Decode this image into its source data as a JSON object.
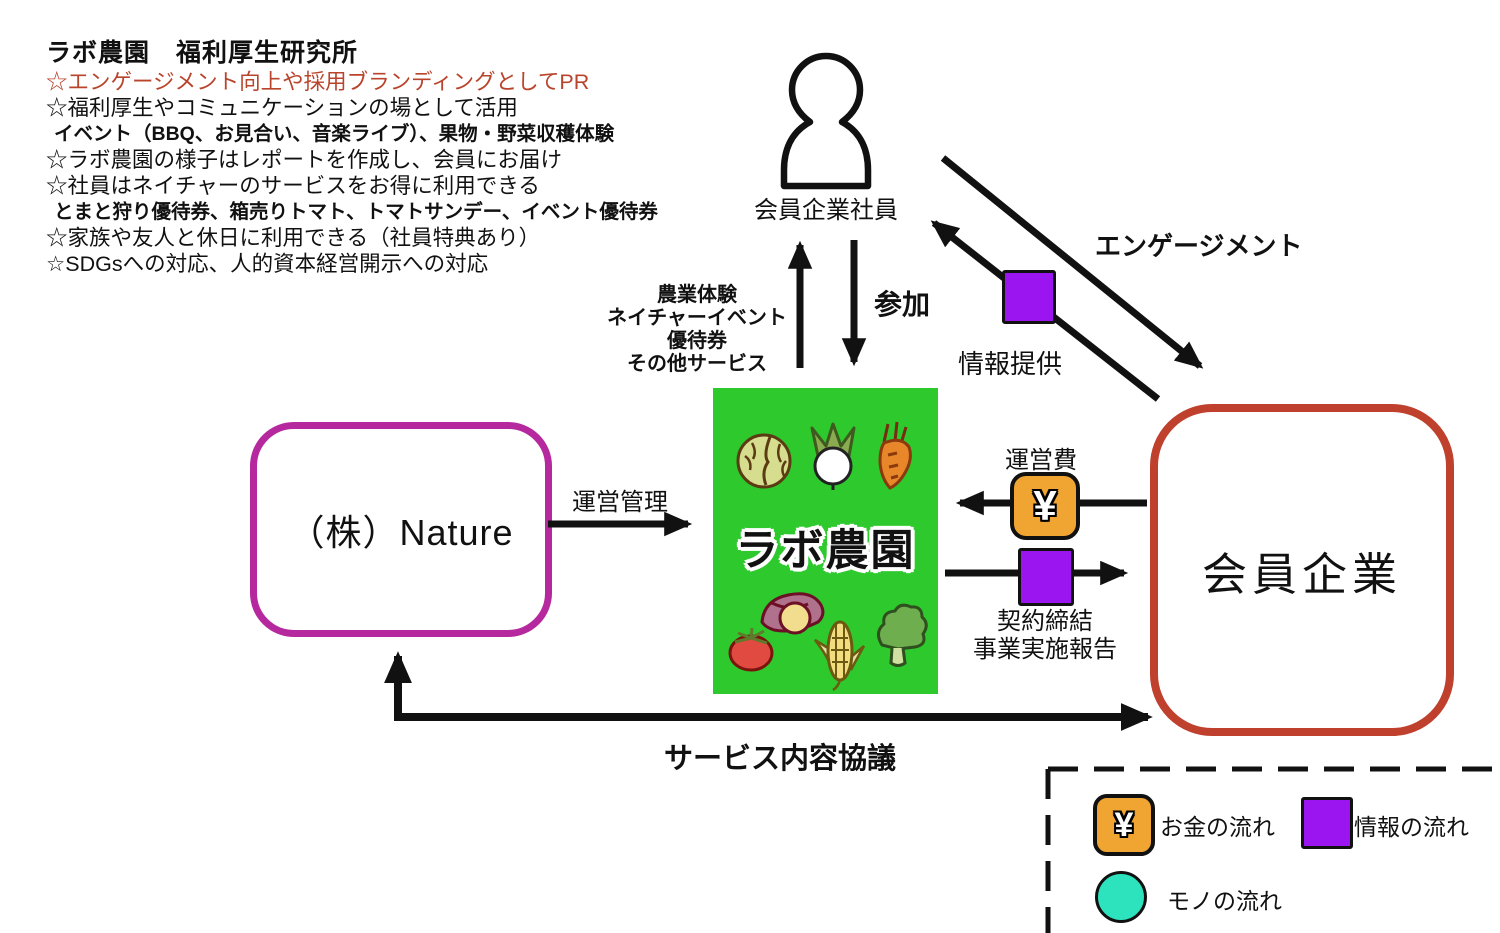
{
  "info_panel": {
    "title": "ラボ農園　福利厚生研究所",
    "lines": [
      {
        "text": "☆エンゲージメント向上や採用ブランディングとしてPR",
        "style": "red"
      },
      {
        "text": "☆福利厚生やコミュニケーションの場として活用",
        "style": "normal"
      },
      {
        "text": "イベント（BBQ、お見合い、音楽ライブ）、果物・野菜収穫体験",
        "style": "bold"
      },
      {
        "text": "☆ラボ農園の様子はレポートを作成し、会員にお届け",
        "style": "normal"
      },
      {
        "text": "☆社員はネイチャーのサービスをお得に利用できる",
        "style": "normal"
      },
      {
        "text": "とまと狩り優待券、箱売りトマト、トマトサンデー、イベント優待券",
        "style": "bold"
      },
      {
        "text": "☆家族や友人と休日に利用できる（社員特典あり）",
        "style": "normal"
      },
      {
        "text": "☆SDGsへの対応、人的資本経営開示への対応",
        "style": "normal"
      }
    ]
  },
  "nodes": {
    "employee": "会員企業社員",
    "nature": "（株）Nature",
    "farm": "ラボ農園",
    "company": "会員企業"
  },
  "flows": {
    "services_lines": [
      "農業体験",
      "ネイチャーイベント",
      "優待券",
      "その他サービス"
    ],
    "participation": "参加",
    "engagement": "エンゲージメント",
    "info_provision": "情報提供",
    "operation_management": "運営管理",
    "operation_fee": "運営費",
    "contract_line1": "契約締結",
    "contract_line2": "事業実施報告",
    "service_negotiation": "サービス内容協議"
  },
  "icons": {
    "yen": "¥"
  },
  "legend": {
    "money": "お金の流れ",
    "info": "情報の流れ",
    "goods": "モノの流れ"
  },
  "colors": {
    "farm_green": "#2dc92d",
    "nature_magenta": "#b5289e",
    "company_red": "#c0402e",
    "info_purple": "#9a15ef",
    "money_orange": "#f0a431",
    "goods_teal": "#2de3be",
    "highlight_red_text": "#b9442c"
  }
}
